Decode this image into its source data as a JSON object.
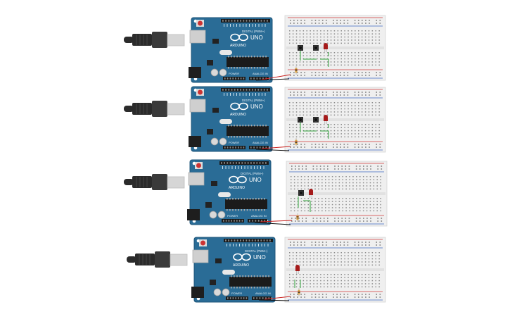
{
  "canvas": {
    "background": "#ffffff"
  },
  "colors": {
    "board_blue": "#2a6c96",
    "board_dark": "#1d5478",
    "connector_black": "#2b2b2b",
    "usb_gray": "#d6d6d6",
    "chip_black": "#1b1b1b",
    "breadboard": "#efefef",
    "rail_red": "#d23a3a",
    "rail_blue": "#3d68c0",
    "wire_green": "#2fa23a",
    "wire_red": "#c8201e",
    "wire_black": "#111111",
    "led_red": "#a61b1b",
    "resistor": "#d8a24a"
  },
  "board_text": {
    "brand": "ARDUINO",
    "model": "UNO",
    "digital": "DIGITAL (PWM~)",
    "power": "POWER",
    "analog": "ANALOG IN"
  },
  "circuits": [
    {
      "id": "circuit-1",
      "buttons": 2,
      "has_led": true,
      "has_resistor": true
    },
    {
      "id": "circuit-2",
      "buttons": 2,
      "has_led": true,
      "has_resistor": true
    },
    {
      "id": "circuit-3",
      "buttons": 1,
      "has_led": true,
      "has_resistor": true
    },
    {
      "id": "circuit-4",
      "buttons": 0,
      "has_led": true,
      "has_resistor": true
    }
  ]
}
